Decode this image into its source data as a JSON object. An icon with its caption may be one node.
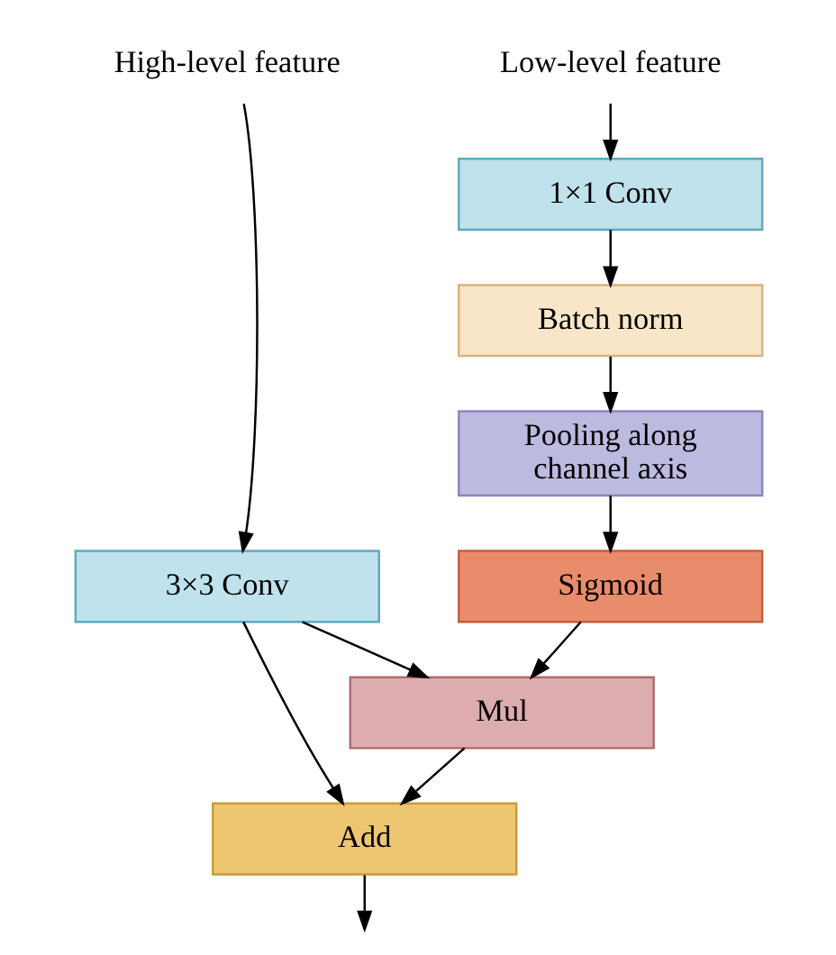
{
  "diagram": {
    "nodes": [
      {
        "text": [
          "High-level feature"
        ]
      },
      {
        "text": [
          "Low-level feature"
        ]
      },
      {
        "text": [
          "3×3 Conv"
        ]
      },
      {
        "text": [
          "1×1 Conv"
        ]
      },
      {
        "text": [
          "Batch norm"
        ]
      },
      {
        "text": [
          "Pooling along channel axis"
        ]
      },
      {
        "text": [
          "Sigmoid"
        ]
      },
      {
        "text": [
          "Mul"
        ]
      },
      {
        "text": [
          "Add"
        ]
      }
    ],
    "edges": [
      {
        "from": 0,
        "to": 2,
        "arrow": "to"
      },
      {
        "from": 1,
        "to": 3,
        "arrow": "to"
      },
      {
        "from": 3,
        "to": 4,
        "arrow": "to"
      },
      {
        "from": 4,
        "to": 5,
        "arrow": "to"
      },
      {
        "from": 5,
        "to": 6,
        "arrow": "to"
      },
      {
        "from": 2,
        "to": 7,
        "arrow": "to"
      },
      {
        "from": 2,
        "to": 8,
        "arrow": "to"
      },
      {
        "from": 6,
        "to": 7,
        "arrow": "to"
      },
      {
        "from": 7,
        "to": 8,
        "arrow": "to"
      },
      {
        "from": 8,
        "to": null,
        "arrow": "to"
      }
    ]
  }
}
